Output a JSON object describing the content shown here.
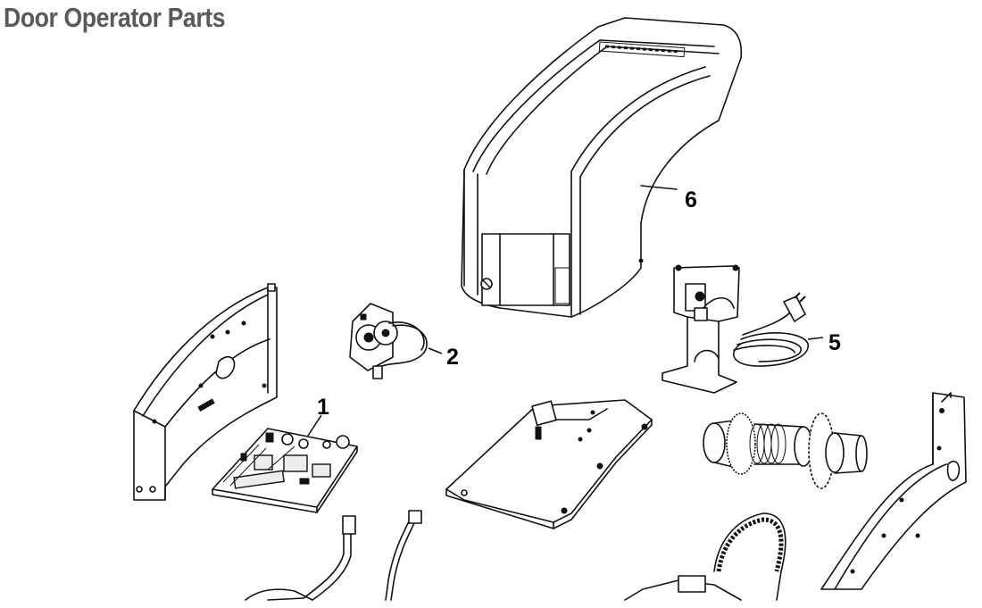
{
  "page": {
    "title": "Door Operator Parts",
    "title_color": "#5a5a5a"
  },
  "callouts": [
    {
      "id": "1",
      "label": "1"
    },
    {
      "id": "2",
      "label": "2"
    },
    {
      "id": "5",
      "label": "5"
    },
    {
      "id": "6",
      "label": "6"
    }
  ],
  "parts": [
    {
      "callout": "1",
      "name": "logic-board"
    },
    {
      "callout": "2",
      "name": "limit-switch-assembly"
    },
    {
      "callout": "5",
      "name": "transformer-and-power-cord"
    },
    {
      "callout": "6",
      "name": "cover"
    }
  ]
}
